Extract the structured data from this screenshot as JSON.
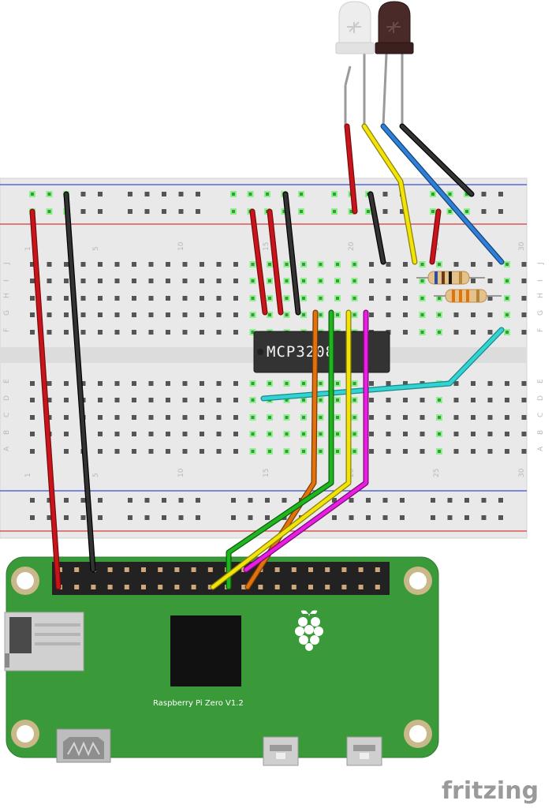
{
  "breadboard": {
    "row_labels_top": [
      "J",
      "I",
      "H",
      "G",
      "F"
    ],
    "row_labels_bottom": [
      "E",
      "D",
      "C",
      "B",
      "A"
    ],
    "column_numbers_top": [
      "1",
      "5",
      "10",
      "15",
      "20",
      "25",
      "30"
    ],
    "column_numbers_bottom": [
      "1",
      "5",
      "10",
      "15",
      "20",
      "25",
      "30"
    ]
  },
  "chip": {
    "label": "MCP3208"
  },
  "board": {
    "label": "Raspberry Pi Zero V1.2",
    "logo": "raspberry-logo-icon"
  },
  "watermark": {
    "text": "fritzing"
  },
  "colors": {
    "red_wire": "#c8141a",
    "black_wire": "#1a1a1a",
    "yellow_wire": "#f2e30a",
    "blue_wire": "#2f7fd6",
    "orange_wire": "#e2720c",
    "green_wire": "#1fb51f",
    "magenta_wire": "#e81ee0",
    "cyan_wire": "#34d3d3",
    "board_green": "#3a9a3a",
    "breadboard": "#e8e8e8"
  }
}
